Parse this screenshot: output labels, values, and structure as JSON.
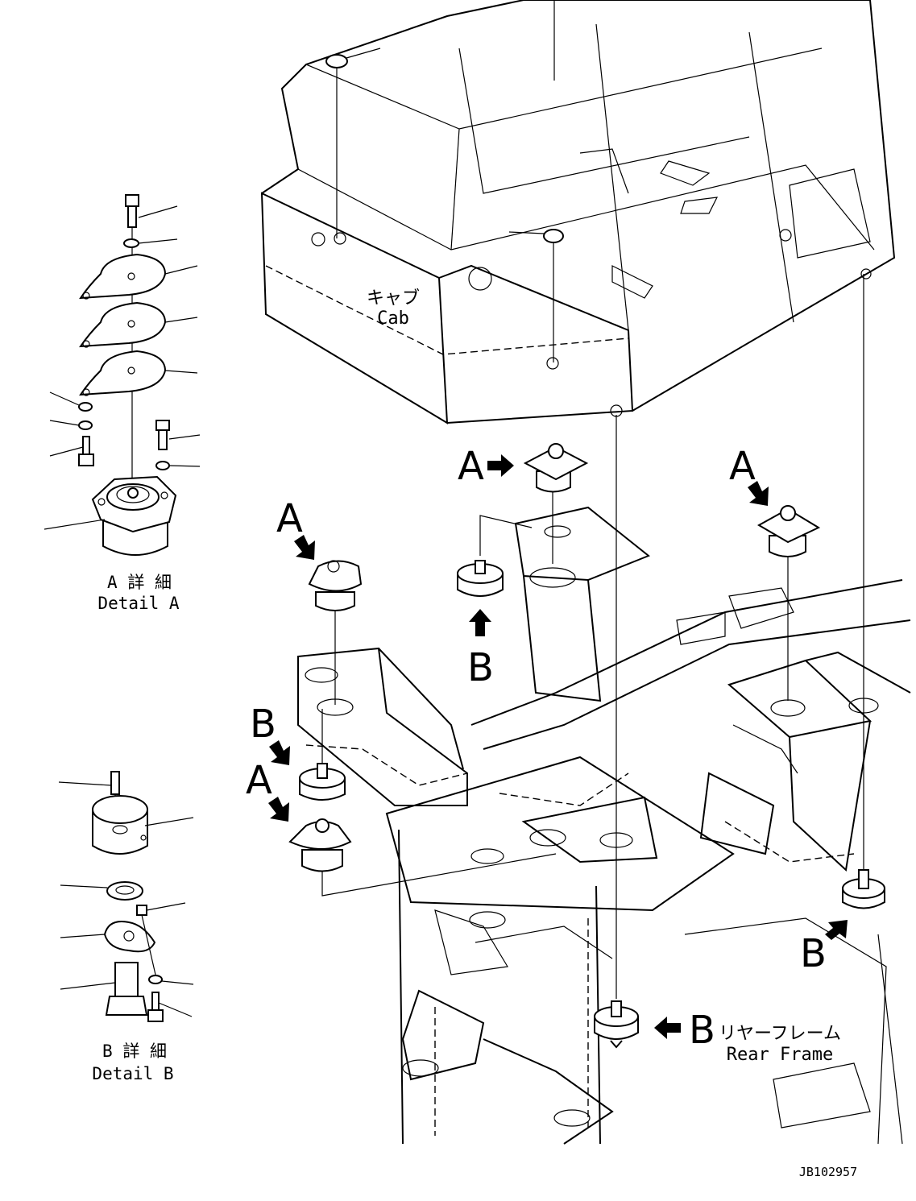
{
  "labels": {
    "cab_jp": "キャブ",
    "cab_en": "Cab",
    "rear_frame_jp": "リヤーフレーム",
    "rear_frame_en": "Rear Frame",
    "detail_a_jp": "A 詳 細",
    "detail_a_en": "Detail A",
    "detail_b_jp": "B 詳 細",
    "detail_b_en": "Detail B",
    "drawing_id": "JB102957"
  },
  "callouts": {
    "a1": "A",
    "a2": "A",
    "a3": "A",
    "a4": "A",
    "b1": "B",
    "b2": "B",
    "b3": "B",
    "b4": "B"
  }
}
